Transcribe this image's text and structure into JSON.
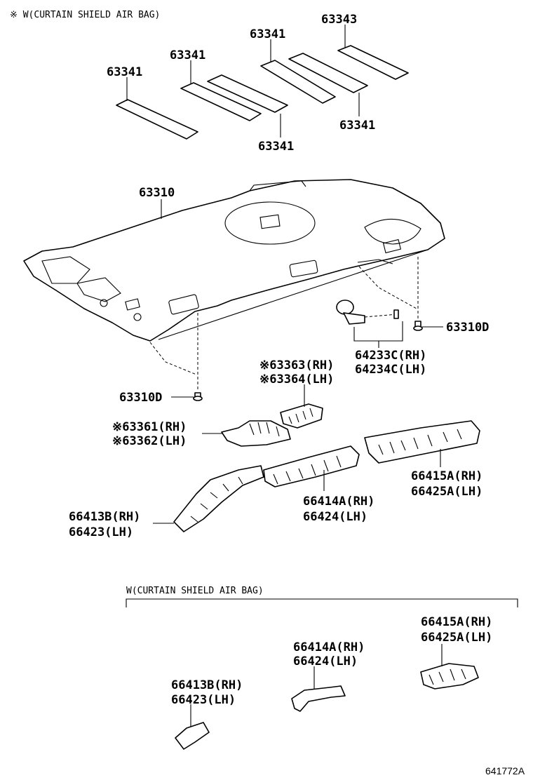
{
  "notes": {
    "top": "※ W(CURTAIN SHIELD AIR BAG)",
    "box": "W(CURTAIN SHIELD AIR BAG)"
  },
  "labels": {
    "p63343": "63343",
    "p63341_a": "63341",
    "p63341_b": "63341",
    "p63341_c": "63341",
    "p63341_d": "63341",
    "p63341_e": "63341",
    "p63310": "63310",
    "p63310d_right": "63310D",
    "p63310d_left": "63310D",
    "p64233c": "64233C(RH)",
    "p64234c": "64234C(LH)",
    "p63363": "※63363(RH)",
    "p63364": "※63364(LH)",
    "p63361": "※63361(RH)",
    "p63362": "※63362(LH)",
    "p66415a": "66415A(RH)",
    "p66425a": "66425A(LH)",
    "p66414a": "66414A(RH)",
    "p66424": "66424(LH)",
    "p66413b": "66413B(RH)",
    "p66423": "66423(LH)",
    "b66415a": "66415A(RH)",
    "b66425a": "66425A(LH)",
    "b66414a": "66414A(RH)",
    "b66424": "66424(LH)",
    "b66413b": "66413B(RH)",
    "b66423": "66423(LH)"
  },
  "illustration_id": "641772A"
}
